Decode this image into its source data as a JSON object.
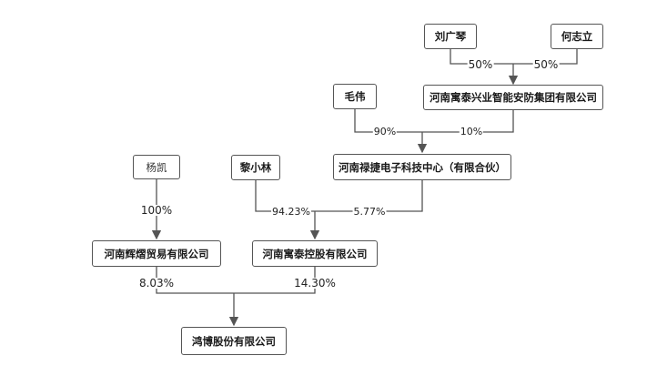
{
  "nodes": {
    "liu_guangqin": "刘广琴",
    "he_zhili": "何志立",
    "mao_wei": "毛伟",
    "henan_yutai_xingye": "河南寓泰兴业智能安防集团有限公司",
    "yang_kai": "杨凯",
    "li_xiaolin": "黎小林",
    "henan_lujie": "河南禄捷电子科技中心（有限合伙）",
    "henan_huiyao": "河南辉熠贸易有限公司",
    "henan_yutai_konggu": "河南寓泰控股有限公司",
    "hongbo": "鸿博股份有限公司"
  },
  "shares": {
    "liu_to_xingye": "50%",
    "he_to_xingye": "50%",
    "mao_to_lujie": "90%",
    "xingye_to_lujie": "10%",
    "yang_to_huiyao": "100%",
    "li_to_konggu": "94.23%",
    "lujie_to_konggu": "5.77%",
    "huiyao_to_hongbo": "8.03%",
    "konggu_to_hongbo": "14.30%"
  },
  "colors": {
    "line": "#555555",
    "box_border": "#555555",
    "text": "#1a1a1a"
  }
}
